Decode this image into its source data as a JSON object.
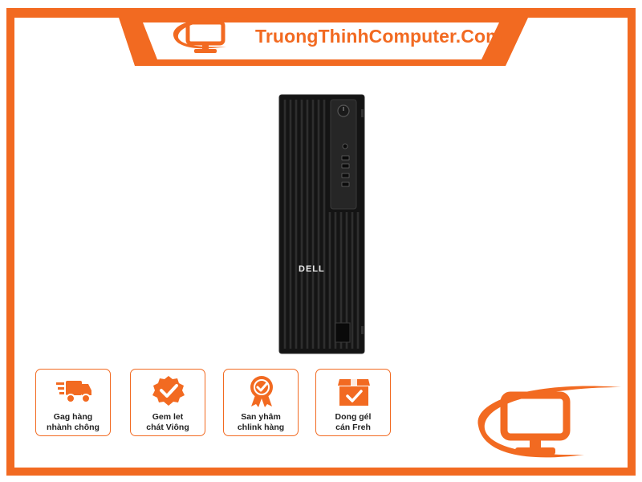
{
  "site": {
    "domain": "TruongThinhComputer.Com"
  },
  "product": {
    "brand_mark": "DELL"
  },
  "features": [
    {
      "icon": "delivery-truck-icon",
      "label": "Gag hàng\nnhành chông"
    },
    {
      "icon": "check-badge-icon",
      "label": "Gem let\nchát Viông"
    },
    {
      "icon": "quality-medal-icon",
      "label": "San yhâm\nchlink hàng"
    },
    {
      "icon": "package-check-icon",
      "label": "Dong gél\ncán Freh"
    }
  ],
  "colors": {
    "accent": "#f26a21",
    "product_body": "#141414",
    "background": "#ffffff"
  }
}
